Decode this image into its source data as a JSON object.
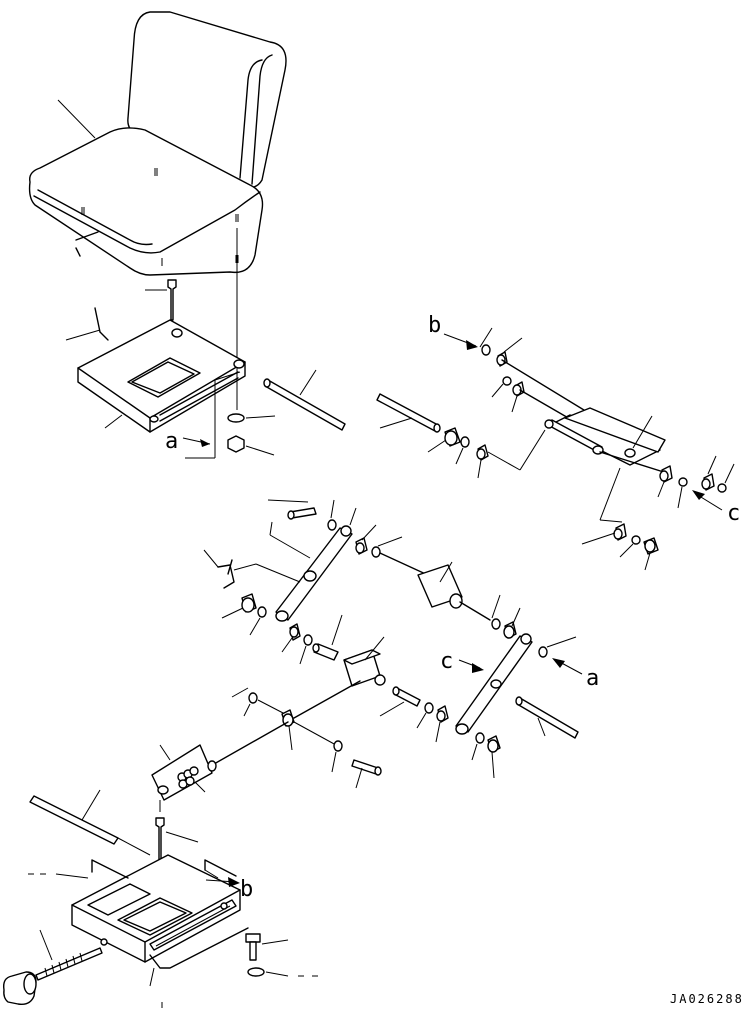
{
  "callouts": {
    "a_lower": "a",
    "a_right": "a",
    "b_upper": "b",
    "b_lower": "b",
    "c_upper": "c",
    "c_middle": "c"
  },
  "drawing_code": "JA026288"
}
